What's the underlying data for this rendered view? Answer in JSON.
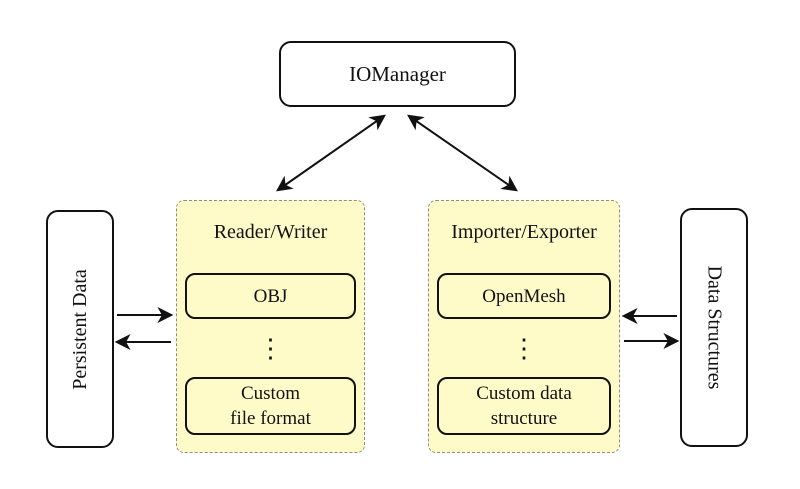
{
  "diagram": {
    "nodes": {
      "io_manager": {
        "label": "IOManager"
      },
      "persistent_data": {
        "label": "Persistent Data"
      },
      "data_structures": {
        "label": "Data Structures"
      },
      "reader_writer": {
        "title": "Reader/Writer",
        "item_top": "OBJ",
        "ellipsis": "⋮",
        "item_bottom_line1": "Custom",
        "item_bottom_line2": "file format"
      },
      "importer_exporter": {
        "title": "Importer/Exporter",
        "item_top": "OpenMesh",
        "ellipsis": "⋮",
        "item_bottom_line1": "Custom data",
        "item_bottom_line2": "structure"
      }
    },
    "edges": [
      {
        "from": "io_manager",
        "to": "reader_writer",
        "style": "double-headed"
      },
      {
        "from": "io_manager",
        "to": "importer_exporter",
        "style": "double-headed"
      },
      {
        "from": "persistent_data",
        "to": "reader_writer",
        "style": "arrow"
      },
      {
        "from": "reader_writer",
        "to": "persistent_data",
        "style": "arrow"
      },
      {
        "from": "data_structures",
        "to": "importer_exporter",
        "style": "arrow"
      },
      {
        "from": "importer_exporter",
        "to": "data_structures",
        "style": "arrow"
      }
    ],
    "colors": {
      "container_fill": "#fefbc8",
      "container_border": "#8c8c8c",
      "node_border": "#111111",
      "arrow": "#111111",
      "text": "#111111",
      "background": "#ffffff"
    }
  }
}
